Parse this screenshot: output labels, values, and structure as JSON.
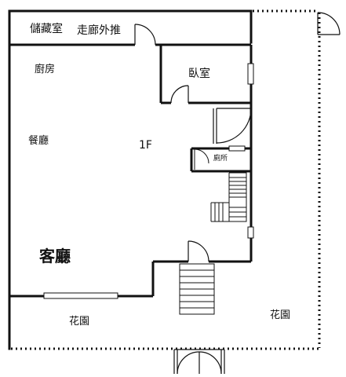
{
  "plan": {
    "floor": "1F",
    "rooms": {
      "storage": "儲藏室",
      "corridor": "走廊外推",
      "kitchen": "廚房",
      "bedroom": "臥室",
      "dining": "餐廳",
      "toilet": "廁所",
      "living": "客廳",
      "garden_left": "花園",
      "garden_right": "花園"
    }
  }
}
